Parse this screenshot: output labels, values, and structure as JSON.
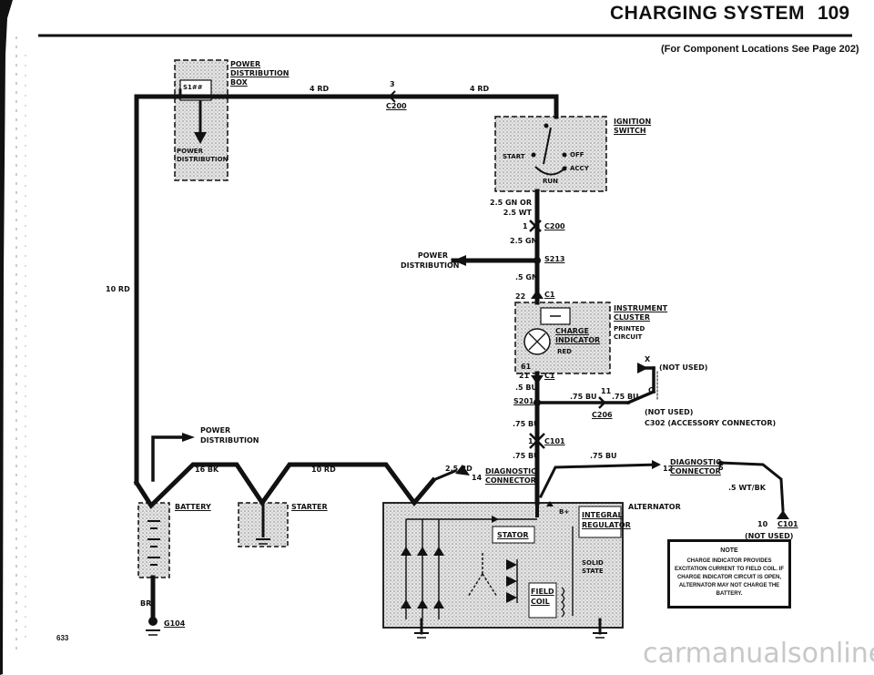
{
  "header": {
    "title": "CHARGING SYSTEM",
    "page_number": "109",
    "subtitle": "(For Component Locations See Page 202)"
  },
  "components": {
    "power_distribution_box": {
      "title": "POWER DISTRIBUTION BOX",
      "fuse_label": "S1##",
      "inner_label": "POWER DISTRIBUTION"
    },
    "ignition_switch": {
      "title": "IGNITION SWITCH",
      "positions": [
        "START",
        "OFF",
        "ACCY",
        "RUN"
      ]
    },
    "instrument_cluster": {
      "title": "INSTRUMENT CLUSTER",
      "sub": "PRINTED CIRCUIT",
      "indicator": "CHARGE INDICATOR",
      "indicator_color": "RED"
    },
    "battery": {
      "label": "BATTERY"
    },
    "starter": {
      "label": "STARTER"
    },
    "alternator": {
      "label": "ALTERNATOR",
      "stator": "STATOR",
      "regulator": "INTEGRAL REGULATOR",
      "solid_state": "SOLID STATE",
      "field_coil": "FIELD COIL",
      "b_plus": "B+"
    }
  },
  "wires": {
    "w_4rd_left": "4 RD",
    "w_4rd_right": "4 RD",
    "w_10rd_left": "10 RD",
    "w_10rd_mid": "10 RD",
    "w_16bk": "16 BK",
    "w_25rd": "2.5 RD",
    "w_25gn_or_wt": "2.5 GN OR 2.5 WT",
    "w_25gn": "2.5 GN",
    "w_5gn": ".5 GN",
    "w_5bu": ".5 BU",
    "w_75bu_a": ".75 BU",
    "w_75bu_b": ".75 BU",
    "w_75bu_c": ".75 BU",
    "w_75bu_d": ".75 BU",
    "w_75bu_e": ".75 BU",
    "w_5wtbk": ".5 WT/BK",
    "w_br": "BR"
  },
  "connectors": {
    "c200_top_pin": "3",
    "c200_top": "C200",
    "c200_mid_pin": "1",
    "c200_mid": "C200",
    "s213": "S213",
    "c1_top_pin": "22",
    "c1_top": "C1",
    "c1_mid_pin": "21",
    "c1_mid": "C1",
    "s201": "S201",
    "c206_pin": "11",
    "c206": "C206",
    "c101_pin": "1",
    "c101": "C101",
    "c101_right_pin": "10",
    "c101_right": "C101",
    "g104": "G104",
    "pin_61": "61",
    "pin_14": "14",
    "pin_12": "12",
    "pin_6": "6",
    "pin_x": "X",
    "pin_c": "C"
  },
  "annotations": {
    "power_dist_top": "POWER DISTRIBUTION",
    "power_dist_left": "POWER DISTRIBUTION",
    "not_used_top": "(NOT USED)",
    "not_used_mid": "(NOT USED)",
    "c302_note": "C302 (ACCESSORY CONNECTOR)",
    "diag_conn_left": "DIAGNOSTIC CONNECTOR",
    "diag_conn_right": "DIAGNOSTIC CONNECTOR",
    "not_used_bottom": "(NOT USED)"
  },
  "note": {
    "title": "NOTE",
    "body": "CHARGE INDICATOR PROVIDES EXCITATION CURRENT TO FIELD COIL. IF CHARGE INDICATOR CIRCUIT IS OPEN, ALTERNATOR MAY NOT CHARGE THE BATTERY."
  },
  "footer": {
    "page_code": "633",
    "watermark": "carmanualsonline.info"
  }
}
